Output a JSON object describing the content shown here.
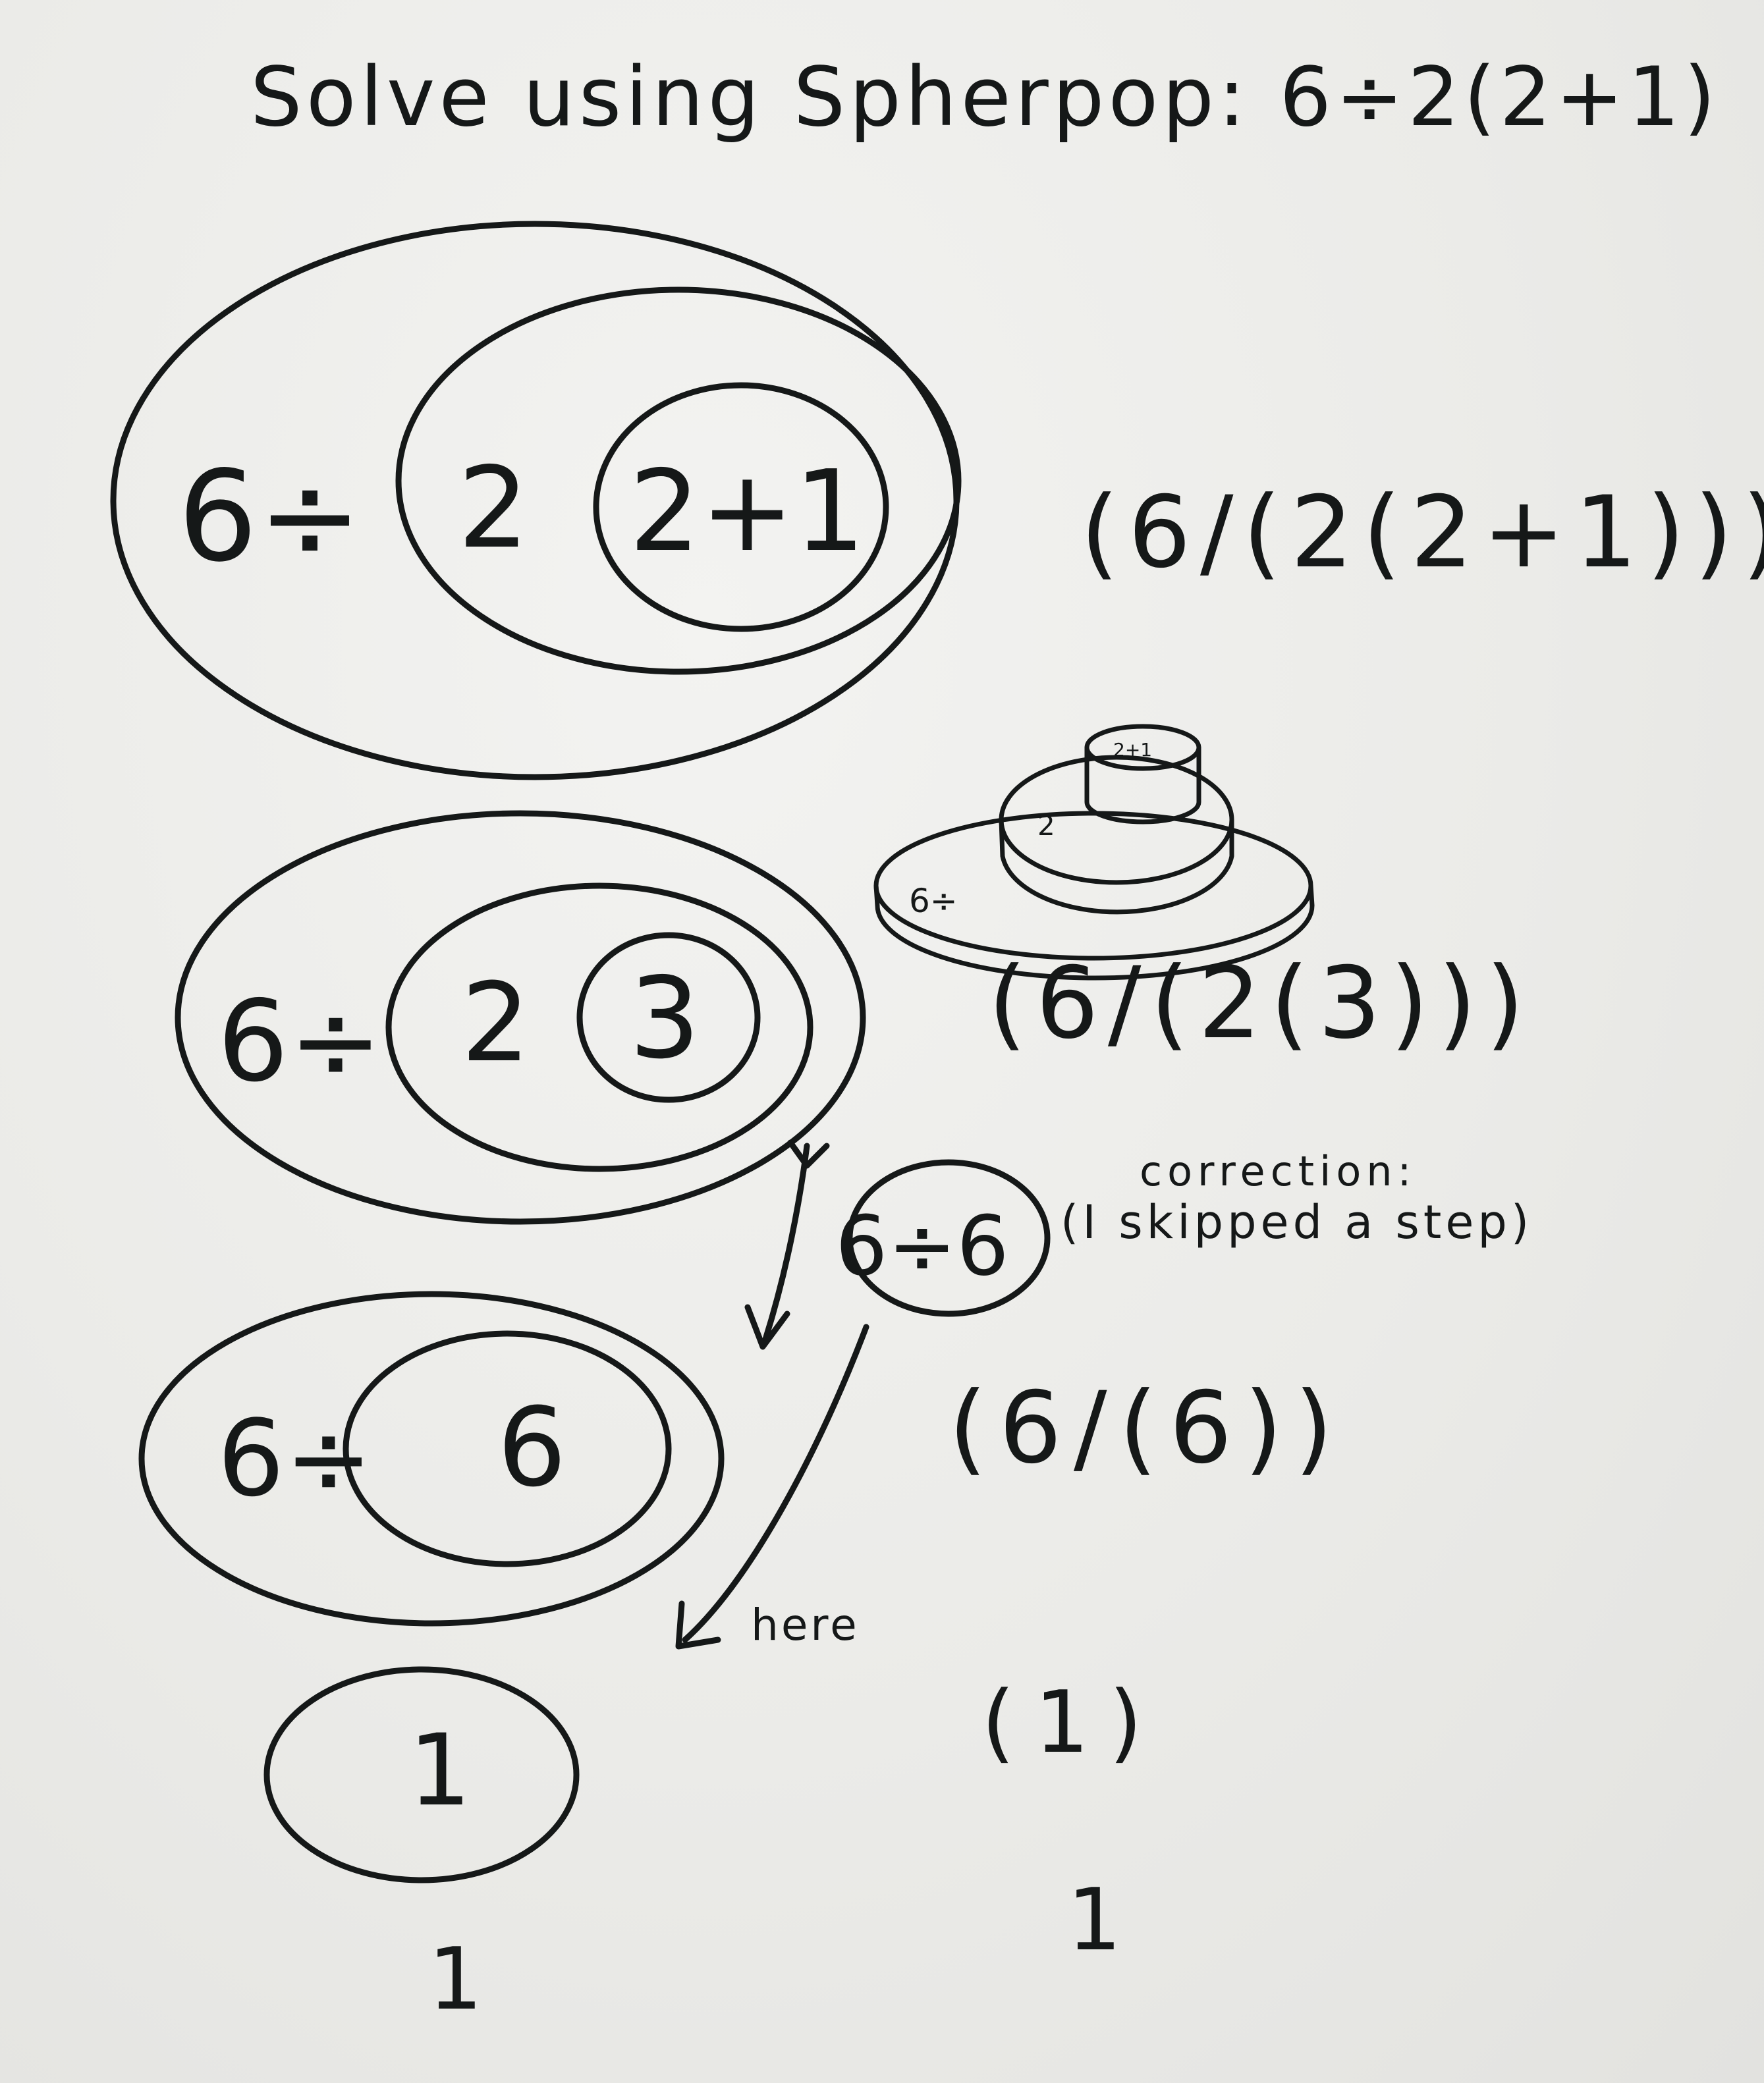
{
  "title": "Solve using Spherpop: 6÷2(2+1)",
  "steps": [
    {
      "bubble_outer": "6÷",
      "bubble_middle": "2",
      "bubble_inner": "2+1",
      "notation": "(6/(2(2+1)))"
    },
    {
      "bubble_outer": "6÷",
      "bubble_middle": "2",
      "bubble_inner": "3",
      "notation": "(6/(2(3)))",
      "stack_labels": {
        "base": "6÷",
        "middle": "2",
        "top": "2+1"
      }
    },
    {
      "bubble_outer": "6÷",
      "bubble_inner": "6",
      "notation": "(6/(6))"
    },
    {
      "bubble_inner": "1",
      "notation": "(1)"
    }
  ],
  "correction": {
    "heading": "correction:",
    "note": "(I skipped a step)",
    "bubble": "6÷6",
    "arrow_label": "here"
  },
  "final": {
    "left": "1",
    "right": "1"
  }
}
